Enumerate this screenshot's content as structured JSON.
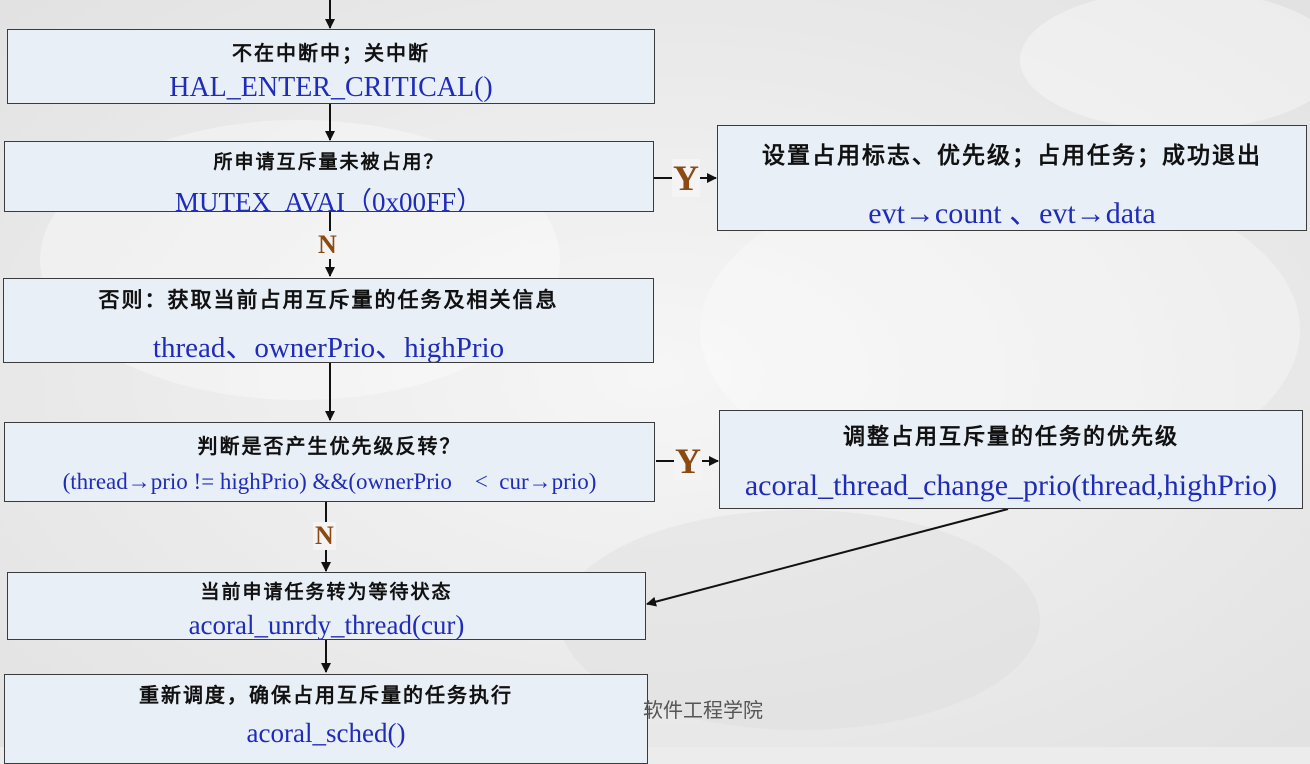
{
  "flow": {
    "box1": {
      "label": "不在中断中；关中断",
      "code": "HAL_ENTER_CRITICAL()"
    },
    "box2": {
      "label": "所申请互斥量未被占用？",
      "code": "MUTEX_AVAI（0x00FF）"
    },
    "box3": {
      "label": "否则：获取当前占用互斥量的任务及相关信息",
      "code": "thread、ownerPrio、highPrio"
    },
    "box4": {
      "label": "判断是否产生优先级反转？",
      "code": "(thread→prio != highPrio) &&(ownerPrio    <  cur→prio)"
    },
    "box5": {
      "label": "当前申请任务转为等待状态",
      "code": "acoral_unrdy_thread(cur)"
    },
    "box6": {
      "label": "重新调度，确保占用互斥量的任务执行",
      "code": "acoral_sched()"
    },
    "side1": {
      "label": "设置占用标志、优先级；占用任务；成功退出",
      "code": "evt→count 、evt→data"
    },
    "side2": {
      "label": "调整占用互斥量的任务的优先级",
      "code": "acoral_thread_change_prio(thread,highPrio)"
    }
  },
  "branch_labels": {
    "no_1": "N",
    "yes_1": "Y",
    "no_2": "N",
    "yes_2": "Y"
  },
  "footer": {
    "text": "软件工程学院"
  },
  "colors": {
    "box_fill": "#e9eff7",
    "code_text": "#1f2cb8",
    "branch_label": "#8a4a12",
    "border": "#3b3b3b"
  }
}
